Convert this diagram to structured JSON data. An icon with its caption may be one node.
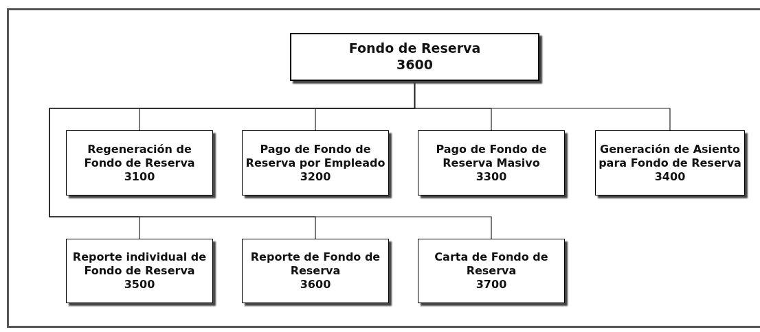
{
  "diagram": {
    "nodes": [
      {
        "text": [
          "Fondo de Reserva",
          "3600"
        ]
      },
      {
        "text": [
          "Regeneración de Fondo de Reserva",
          "3100"
        ]
      },
      {
        "text": [
          "Pago de Fondo de Reserva por Empleado",
          "3200"
        ]
      },
      {
        "text": [
          "Pago de Fondo de Reserva Masivo",
          "3300"
        ]
      },
      {
        "text": [
          "Generación de Asiento para Fondo de Reserva",
          "3400"
        ]
      },
      {
        "text": [
          "Reporte individual de Fondo de Reserva",
          "3500"
        ]
      },
      {
        "text": [
          "Reporte de Fondo de Reserva",
          "3600"
        ]
      },
      {
        "text": [
          "Carta de Fondo de Reserva",
          "3700"
        ]
      }
    ],
    "edges": [
      {
        "from": 0,
        "to": 1,
        "arrow": "none"
      },
      {
        "from": 0,
        "to": 2,
        "arrow": "none"
      },
      {
        "from": 0,
        "to": 3,
        "arrow": "none"
      },
      {
        "from": 0,
        "to": 4,
        "arrow": "none"
      },
      {
        "from": 0,
        "to": 5,
        "arrow": "none"
      },
      {
        "from": 0,
        "to": 6,
        "arrow": "none"
      },
      {
        "from": 0,
        "to": 7,
        "arrow": "none"
      }
    ]
  }
}
